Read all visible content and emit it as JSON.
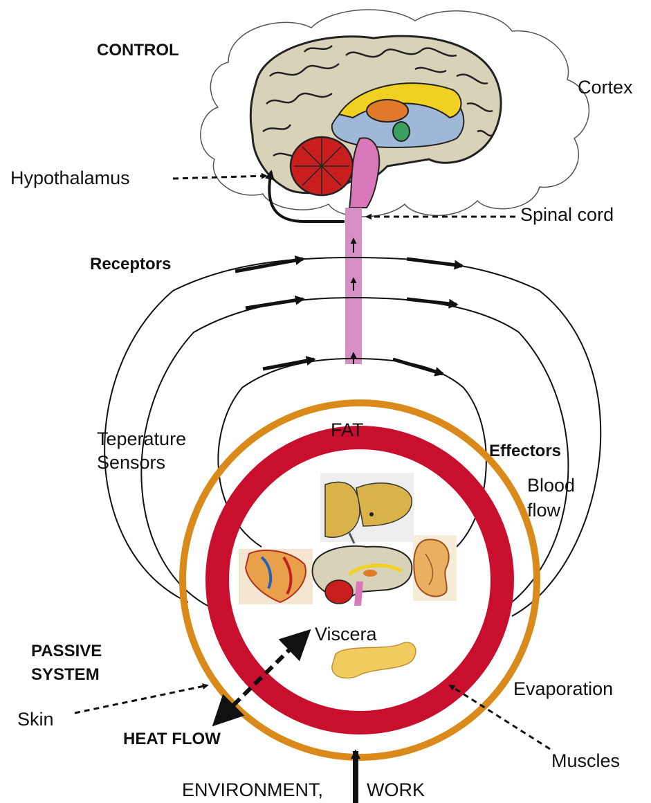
{
  "labels": {
    "control": "CONTROL",
    "cortex": "Cortex",
    "hypothalamus": "Hypothalamus",
    "spinal_cord": "Spinal cord",
    "receptors": "Receptors",
    "sensors_line1": "Teperature",
    "sensors_line2": "Sensors",
    "fat": "FAT",
    "effectors": "Effectors",
    "blood_flow_line1": "Blood",
    "blood_flow_line2": "flow",
    "viscera": "Viscera",
    "passive_line1": "PASSIVE",
    "passive_line2": "SYSTEM",
    "skin": "Skin",
    "heat_flow": "HEAT FLOW",
    "evaporation": "Evaporation",
    "muscles": "Muscles",
    "environment": "ENVIRONMENT,",
    "work": "WORK"
  },
  "colors": {
    "fat_ring": "#d98a1b",
    "blood_ring": "#c8102e",
    "spinal_cord": "#d58fc4",
    "brain": "#d8d3b8",
    "cerebellum": "#c81e1e",
    "corpus": "#f0d020",
    "thalamus": "#e07a2a",
    "ventricle": "#9fb8d8",
    "stem": "#d878b8",
    "liver": "#d9b24a",
    "pancreas": "#f0cc60"
  },
  "icons": [
    "brain-icon",
    "heart-icon",
    "liver-icon",
    "kidney-icon",
    "pancreas-icon",
    "cloud-icon"
  ]
}
